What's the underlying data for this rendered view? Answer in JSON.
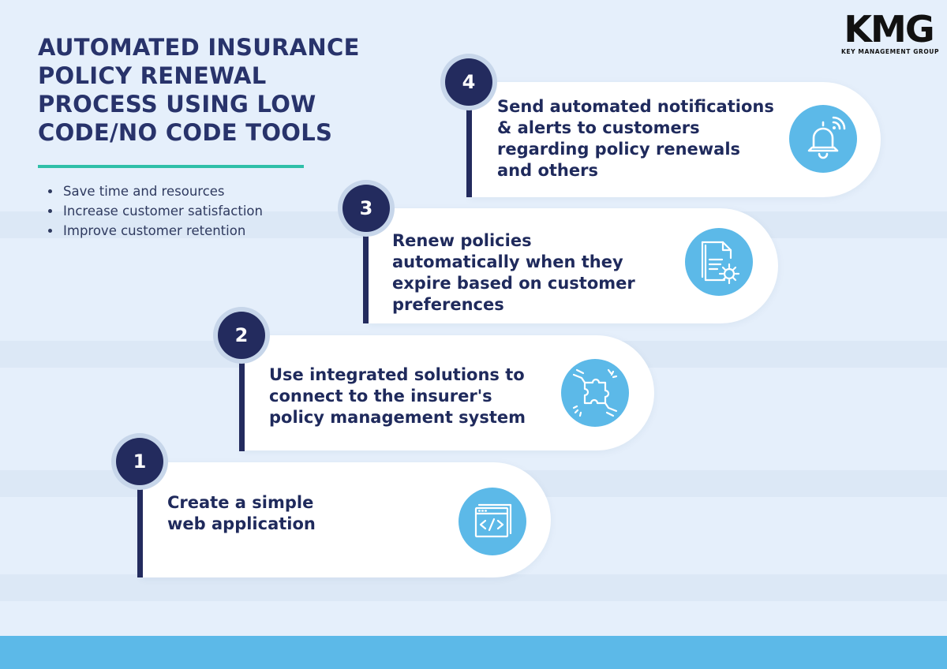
{
  "title_lines": [
    "AUTOMATED INSURANCE",
    "POLICY RENEWAL",
    "PROCESS USING LOW",
    "CODE/NO CODE TOOLS"
  ],
  "bullets": [
    "Save time and resources",
    "Increase customer satisfaction",
    "Improve customer retention"
  ],
  "logo": {
    "mark": "KMG",
    "subtitle": "KEY MANAGEMENT GROUP"
  },
  "steps": [
    {
      "number": "1",
      "text": "Create a simple web application",
      "icon": "code-window-icon"
    },
    {
      "number": "2",
      "text": "Use integrated solutions to connect to the insurer's policy management system",
      "icon": "puzzle-hands-icon"
    },
    {
      "number": "3",
      "text": "Renew policies automatically when they expire based on customer preferences",
      "icon": "document-gear-icon"
    },
    {
      "number": "4",
      "text": "Send automated notifications & alerts to customers regarding policy renewals and others",
      "icon": "bell-notification-icon"
    }
  ],
  "colors": {
    "navy": "#232b5e",
    "accent_blue": "#5cb9e8",
    "rule_teal": "#2fbfa8",
    "background": "#e5effb"
  }
}
